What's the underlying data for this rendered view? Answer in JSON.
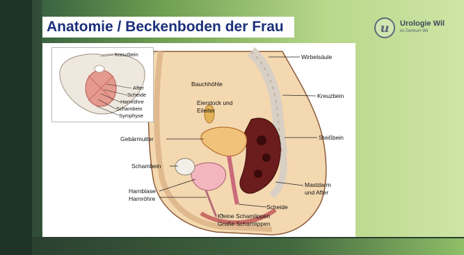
{
  "slide": {
    "title": "Anatomie / Beckenboden der Frau",
    "logo": {
      "mark": "u",
      "name": "Urologie Wil",
      "tagline": "im Zentrum Wil"
    }
  },
  "figure": {
    "inset_labels": {
      "kreuzbein": "Kreuzbein",
      "after": "After",
      "scheide": "Scheide",
      "harnroehre": "Harnröhre",
      "schambein": "Schambein",
      "symphyse": "Symphyse"
    },
    "labels": {
      "wirbelsaeule": "Wirbelsäule",
      "bauchhoehle": "Bauchhöhle",
      "eierstock": "Eierstock und",
      "eileiter": "Eileiter",
      "kreuzbein": "Kreuzbein",
      "steissbein": "Steißbein",
      "gebaermutter": "Gebärmutter",
      "schambein": "Schambein",
      "mastdarm": "Mastdarm",
      "after": "und After",
      "harnblase": "Harnblase",
      "harnroehre": "Harnröhre",
      "scheide": "Scheide",
      "kleine": "Kleine Schamlippen",
      "grosse": "Große Schamlippen"
    }
  },
  "colors": {
    "title": "#1b2f79",
    "background_dark": "#1f3327",
    "background_light": "#cfe5a6"
  }
}
